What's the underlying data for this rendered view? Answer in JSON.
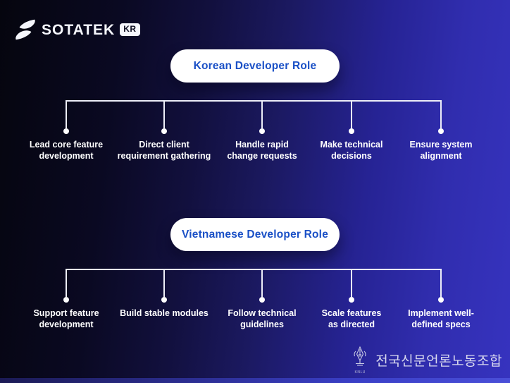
{
  "brand": {
    "name": "SOTATEK",
    "badge": "KR"
  },
  "trees": [
    {
      "title": "Korean Developer Role",
      "items": [
        {
          "line1": "Lead core feature",
          "line2": "development"
        },
        {
          "line1": "Direct client",
          "line2": "requirement gathering"
        },
        {
          "line1": "Handle rapid",
          "line2": "change requests"
        },
        {
          "line1": "Make technical",
          "line2": "decisions"
        },
        {
          "line1": "Ensure system",
          "line2": "alignment"
        }
      ]
    },
    {
      "title": "Vietnamese Developer Role",
      "items": [
        {
          "line1": "Support feature",
          "line2": "development"
        },
        {
          "line1": "Build stable modules",
          "line2": ""
        },
        {
          "line1": "Follow technical",
          "line2": "guidelines"
        },
        {
          "line1": "Scale features",
          "line2": "as directed"
        },
        {
          "line1": "Implement well-",
          "line2": "defined specs"
        }
      ]
    }
  ],
  "footer": {
    "org": "전국신문언론노동조합",
    "logo_caption": "KNLU"
  },
  "colors": {
    "background_left": "#05050e",
    "background_right": "#3633bf",
    "pill_background": "#ffffff",
    "pill_text": "#1a50c6",
    "connector_line": "#edeef8",
    "label_text": "#ffffff"
  }
}
